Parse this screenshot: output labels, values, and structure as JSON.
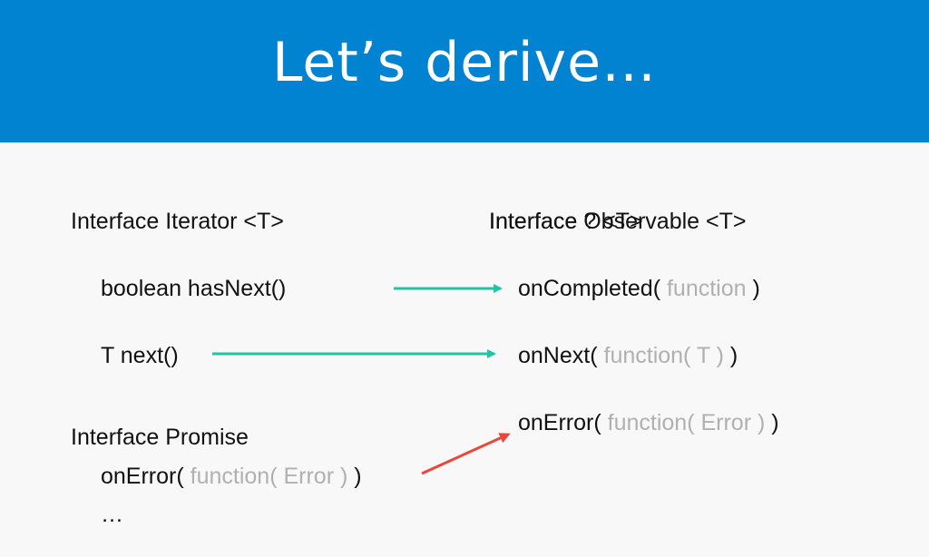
{
  "slide": {
    "title": "Let’s derive…"
  },
  "left": {
    "iterator_header": "Interface Iterator <T>",
    "has_next": "boolean hasNext()",
    "next": "T next()",
    "promise_header": "Interface Promise",
    "promise_on_error_name": "onError(",
    "promise_on_error_arg": " function( Error ) ",
    "promise_on_error_close": ")",
    "ellipsis": "…"
  },
  "right": {
    "header_a": "Interface Observable <T>",
    "header_b": "Interface ? <T>",
    "on_completed_name": "onCompleted(",
    "on_completed_arg": " function ",
    "on_completed_close": ")",
    "on_next_name": "onNext(",
    "on_next_arg": " function( T ) ",
    "on_next_close": ")",
    "on_error_name": "onError(",
    "on_error_arg": " function( Error ) ",
    "on_error_close": ")"
  },
  "colors": {
    "header_bg": "#0283d2",
    "teal_arrow": "#1ec6a4",
    "red_arrow": "#e8473a",
    "argument_gray": "#b0b0b0"
  }
}
